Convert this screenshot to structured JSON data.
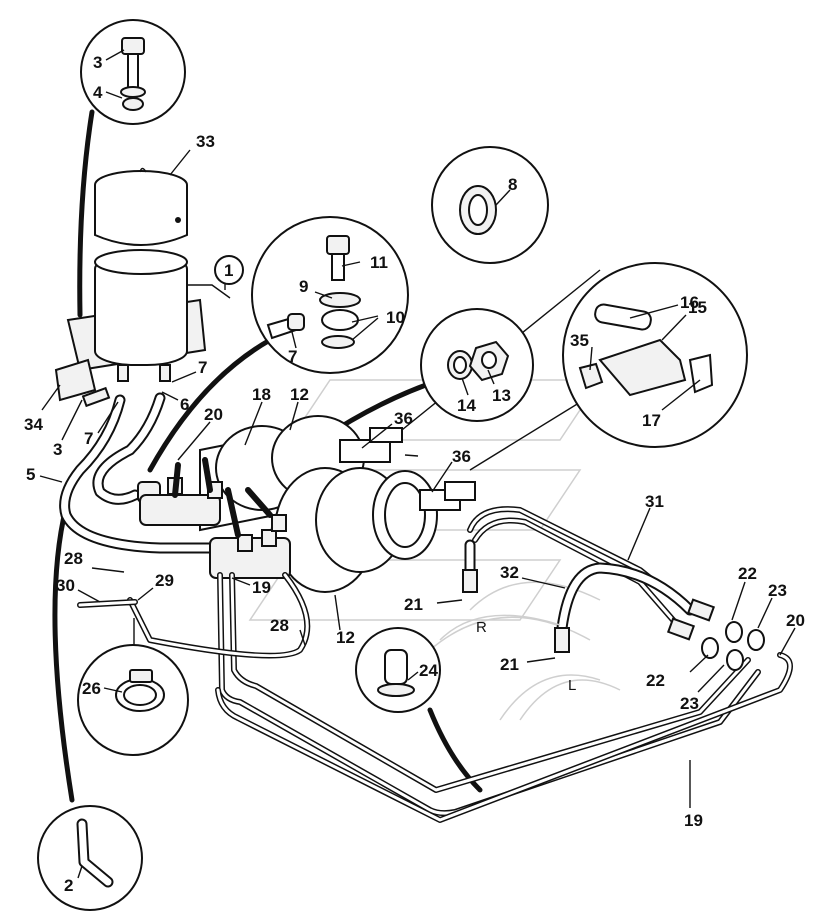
{
  "diagram": {
    "labels": [
      {
        "id": "l3a",
        "text": "3"
      },
      {
        "id": "l4",
        "text": "4"
      },
      {
        "id": "l33",
        "text": "33"
      },
      {
        "id": "l1",
        "text": "1"
      },
      {
        "id": "l34",
        "text": "34"
      },
      {
        "id": "l3b",
        "text": "3"
      },
      {
        "id": "l7a",
        "text": "7"
      },
      {
        "id": "l7b",
        "text": "7"
      },
      {
        "id": "l6",
        "text": "6"
      },
      {
        "id": "l5",
        "text": "5"
      },
      {
        "id": "l20a",
        "text": "20"
      },
      {
        "id": "l18",
        "text": "18"
      },
      {
        "id": "l12a",
        "text": "12"
      },
      {
        "id": "l11",
        "text": "11"
      },
      {
        "id": "l9",
        "text": "9"
      },
      {
        "id": "l10",
        "text": "10"
      },
      {
        "id": "l7c",
        "text": "7"
      },
      {
        "id": "l8",
        "text": "8"
      },
      {
        "id": "l14",
        "text": "14"
      },
      {
        "id": "l13",
        "text": "13"
      },
      {
        "id": "l16",
        "text": "16"
      },
      {
        "id": "l15",
        "text": "15"
      },
      {
        "id": "l35",
        "text": "35"
      },
      {
        "id": "l17",
        "text": "17"
      },
      {
        "id": "l36a",
        "text": "36"
      },
      {
        "id": "l36b",
        "text": "36"
      },
      {
        "id": "l31",
        "text": "31"
      },
      {
        "id": "l28a",
        "text": "28"
      },
      {
        "id": "l30",
        "text": "30"
      },
      {
        "id": "l29",
        "text": "29"
      },
      {
        "id": "l19a",
        "text": "19"
      },
      {
        "id": "l28b",
        "text": "28"
      },
      {
        "id": "l12b",
        "text": "12"
      },
      {
        "id": "l21a",
        "text": "21"
      },
      {
        "id": "l32",
        "text": "32"
      },
      {
        "id": "l21b",
        "text": "21"
      },
      {
        "id": "l22a",
        "text": "22"
      },
      {
        "id": "l23a",
        "text": "23"
      },
      {
        "id": "l20b",
        "text": "20"
      },
      {
        "id": "l22b",
        "text": "22"
      },
      {
        "id": "l23b",
        "text": "23"
      },
      {
        "id": "l24",
        "text": "24"
      },
      {
        "id": "l26",
        "text": "26"
      },
      {
        "id": "l19b",
        "text": "19"
      },
      {
        "id": "l2",
        "text": "2"
      }
    ],
    "side_marks": {
      "right": "R",
      "left": "L"
    }
  }
}
